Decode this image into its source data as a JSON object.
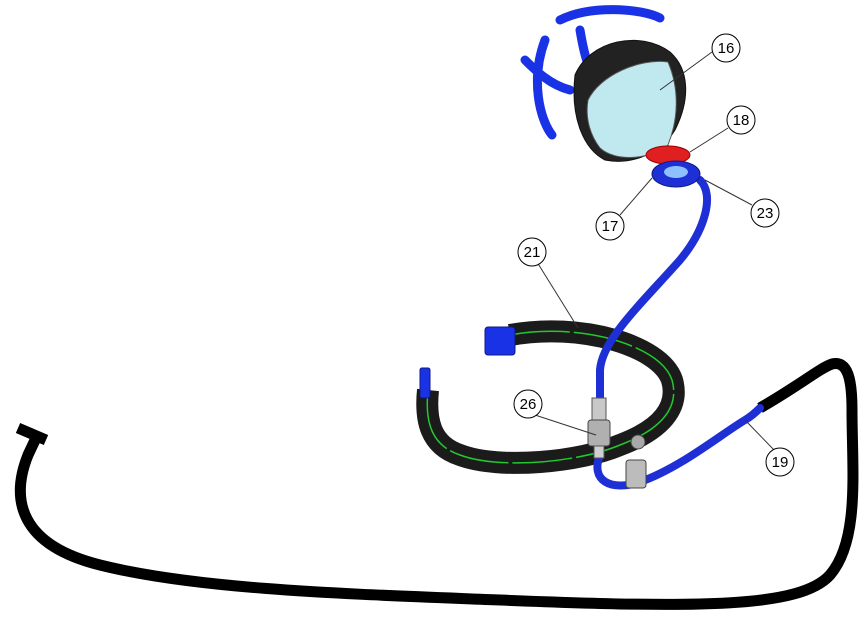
{
  "diagram": {
    "parts": [
      {
        "number": "16",
        "name": "full-face-mask"
      },
      {
        "number": "18",
        "name": "red-connector-ring"
      },
      {
        "number": "17",
        "name": "mask-inlet-adapter"
      },
      {
        "number": "23",
        "name": "blue-coupling"
      },
      {
        "number": "21",
        "name": "waist-belt"
      },
      {
        "number": "26",
        "name": "belt-fitting"
      },
      {
        "number": "19",
        "name": "supply-hose-end"
      }
    ],
    "colors": {
      "hose_blue": "#1f2fd6",
      "harness_blue": "#1a32e6",
      "belt_black": "#1b1b1b",
      "belt_stripe": "#22c92e",
      "red_ring": "#e02020",
      "visor": "#bfe9ee",
      "supply_hose": "#000000"
    }
  }
}
